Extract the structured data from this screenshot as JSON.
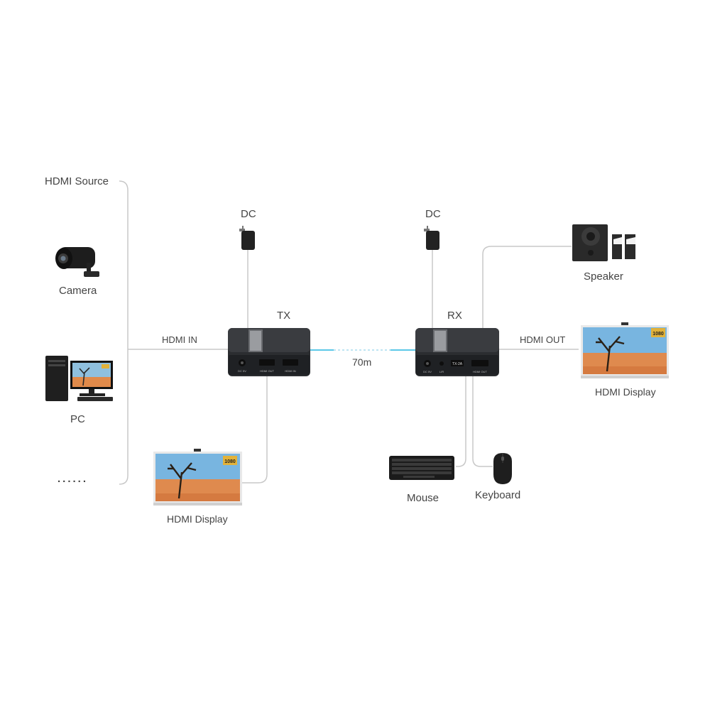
{
  "labels": {
    "hdmi_source": "HDMI Source",
    "camera": "Camera",
    "pc": "PC",
    "ellipsis": "......",
    "hdmi_in": "HDMI IN",
    "dc_tx": "DC",
    "dc_rx": "DC",
    "tx": "TX",
    "rx": "RX",
    "distance": "70m",
    "hdmi_out": "HDMI OUT",
    "speaker": "Speaker",
    "hdmi_display_right": "HDMI Display",
    "hdmi_display_left": "HDMI Display",
    "mouse": "Mouse",
    "keyboard": "Keyboard"
  },
  "device_text": {
    "tx_port_dc": "DC 5V",
    "tx_port_out": "HDMI OUT",
    "tx_port_in": "HDMI IN",
    "rx_port_dc": "DC 5V",
    "rx_port_ir": "L/R",
    "rx_port_usb": "TX-2A",
    "rx_port_out": "HDMI OUT",
    "badge_1080": "1080"
  },
  "colors": {
    "line": "#c8c8c8",
    "cable": "#5bc8e8",
    "device": "#2b2d30",
    "text": "#444444"
  }
}
